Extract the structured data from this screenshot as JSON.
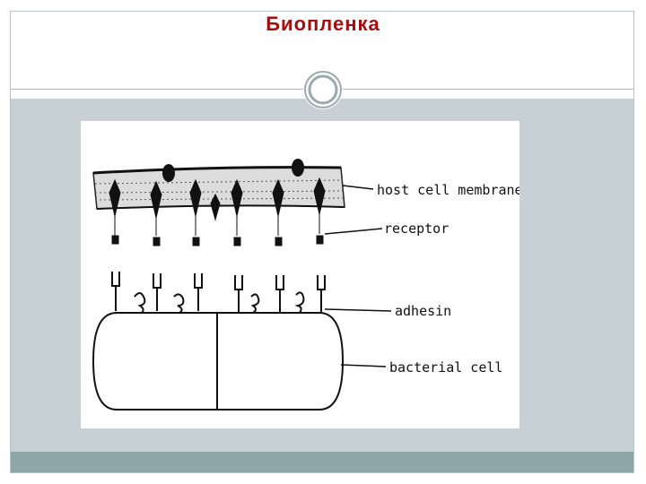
{
  "slide": {
    "title": "Биопленка"
  },
  "diagram": {
    "labels": {
      "host_membrane": "host cell membrane",
      "receptor": "receptor",
      "adhesin": "adhesin",
      "bacterial_cell": "bacterial cell"
    }
  },
  "colors": {
    "title": "#a30f0f",
    "content_background": "#c7d1d5",
    "footer": "#8fa6a8",
    "badge_ring": "#9aaaae"
  }
}
